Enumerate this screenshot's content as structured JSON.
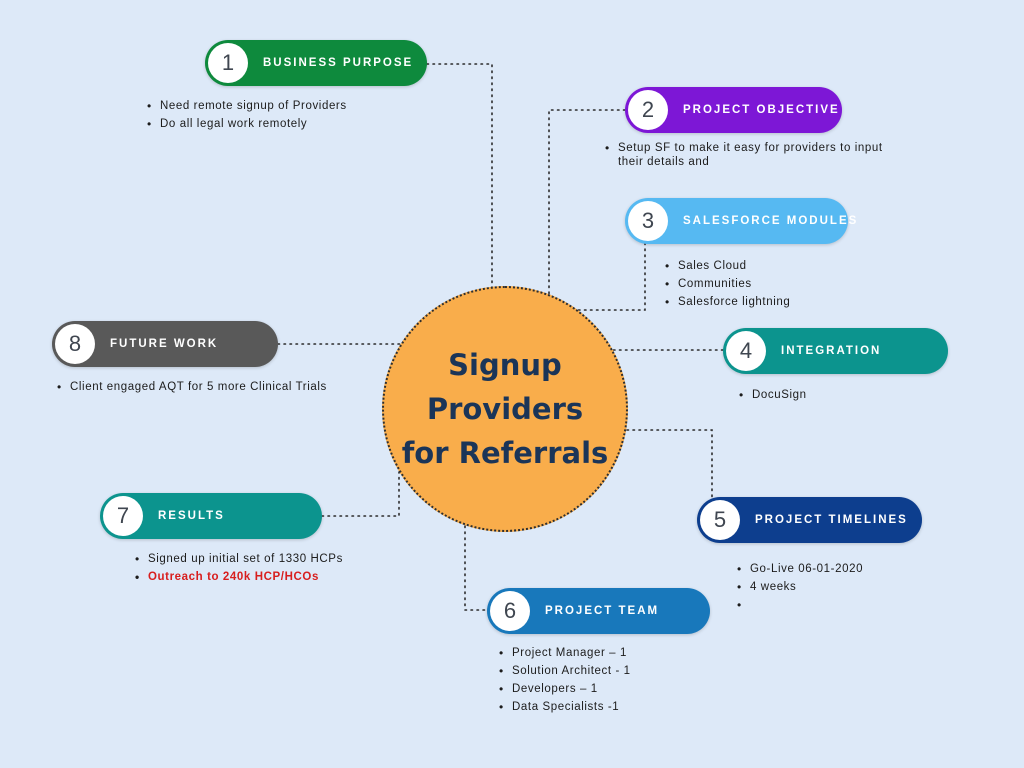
{
  "background": "#dde9f8",
  "center": {
    "line1": "Signup",
    "line2": "Providers",
    "line3": "for Referrals",
    "fill": "#f9ad4b",
    "text_color": "#1b3558"
  },
  "nodes": {
    "n1": {
      "num": "1",
      "label": "BUSINESS PURPOSE",
      "color": "#0e8a3d",
      "bullets": [
        "Need remote signup of Providers",
        "Do all legal work remotely"
      ]
    },
    "n2": {
      "num": "2",
      "label": "PROJECT OBJECTIVE",
      "color": "#7d17d6",
      "bullets": [
        "Setup SF to make it easy for providers to input their details and"
      ]
    },
    "n3": {
      "num": "3",
      "label": "SALESFORCE MODULES",
      "color": "#56b9f2",
      "bullets": [
        "Sales Cloud",
        "Communities",
        "Salesforce lightning"
      ]
    },
    "n4": {
      "num": "4",
      "label": "INTEGRATION",
      "color": "#0c948e",
      "bullets": [
        "DocuSign"
      ]
    },
    "n5": {
      "num": "5",
      "label": "PROJECT TIMELINES",
      "color": "#0d3e8e",
      "bullets": [
        "Go-Live 06-01-2020",
        "4 weeks",
        ""
      ]
    },
    "n6": {
      "num": "6",
      "label": "PROJECT TEAM",
      "color": "#1878bb",
      "bullets": [
        "Project Manager – 1",
        "Solution Architect - 1",
        "Developers – 1",
        "Data Specialists -1"
      ]
    },
    "n7": {
      "num": "7",
      "label": "RESULTS",
      "color": "#0c948e",
      "alert_color": "#d81e1e",
      "bullets": [
        "Signed up initial set of 1330 HCPs",
        "Outreach to 240k HCP/HCOs"
      ]
    },
    "n8": {
      "num": "8",
      "label": "FUTURE WORK",
      "color": "#595959",
      "bullets": [
        "Client engaged AQT for 5 more Clinical Trials"
      ]
    }
  }
}
